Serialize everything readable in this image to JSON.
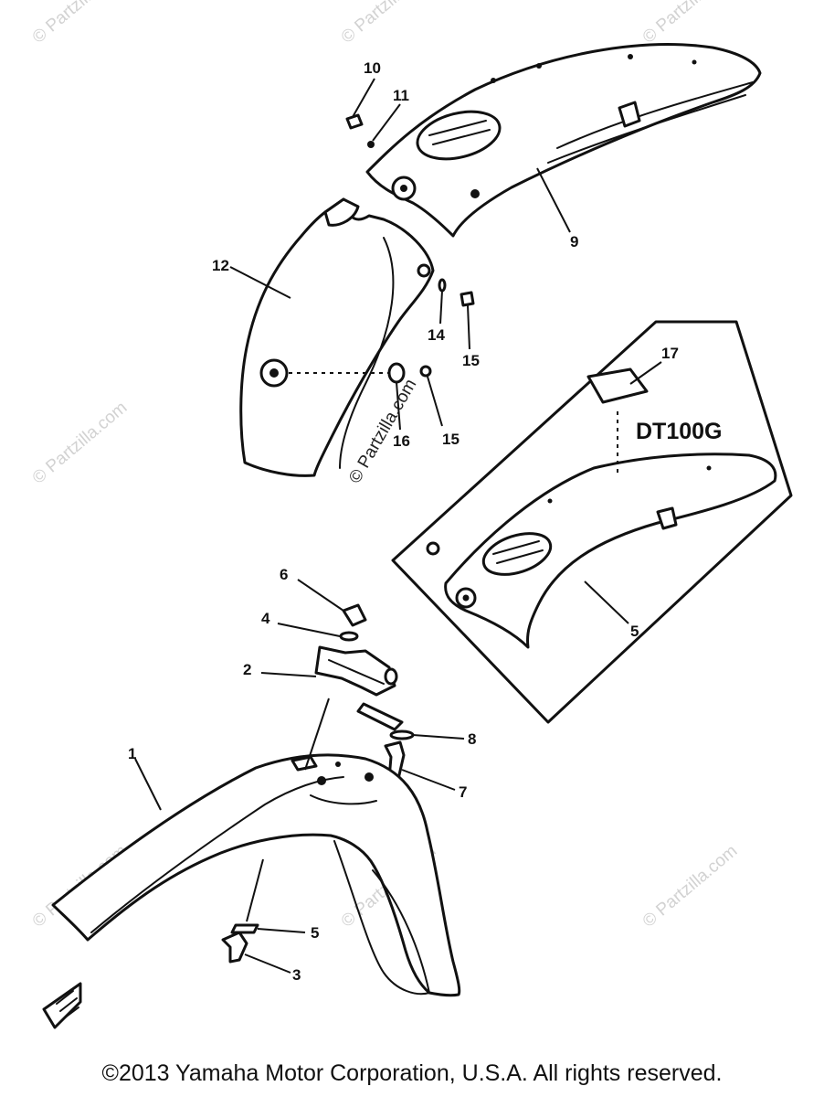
{
  "watermark": "© Partzilla.com",
  "variant_label": "DT100G",
  "callouts": {
    "c1": "1",
    "c2": "2",
    "c3": "3",
    "c4": "4",
    "c5a": "5",
    "c5b": "5",
    "c6": "6",
    "c7": "7",
    "c8": "8",
    "c9": "9",
    "c10": "10",
    "c11": "11",
    "c12": "12",
    "c14": "14",
    "c15a": "15",
    "c15b": "15",
    "c16": "16",
    "c17": "17"
  },
  "copyright": "©2013  Yamaha Motor Corporation, U.S.A. All rights reserved."
}
